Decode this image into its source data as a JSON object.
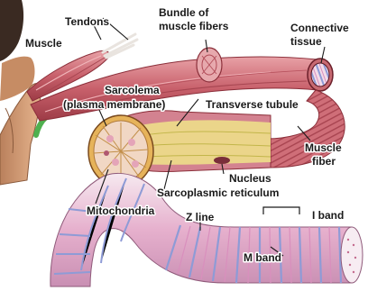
{
  "labels": {
    "muscle": "Muscle",
    "tendons": "Tendons",
    "bundle_line1": "Bundle of",
    "bundle_line2": "muscle fibers",
    "connective_line1": "Connective",
    "connective_line2": "tissue",
    "sarcolema_line1": "Sarcolema",
    "sarcolema_line2": "(plasma membrane)",
    "transverse_tubule": "Transverse tubule",
    "muscle_fiber_line1": "Muscle",
    "muscle_fiber_line2": "fiber",
    "nucleus": "Nucleus",
    "sarcoplasmic_reticulum": "Sarcoplasmic reticulum",
    "mitochondria": "Mitochondria",
    "z_line": "Z line",
    "i_band": "I band",
    "m_band": "M band"
  },
  "colors": {
    "muscle_red": "#c9606b",
    "muscle_pink": "#e59aa0",
    "muscle_dark": "#9c3a45",
    "skin": "#d9a37c",
    "arrow_green": "#4fb04f",
    "myofibril_pink": "#e7a7c8",
    "myofibril_blue": "#9aa7d8",
    "myofibril_light": "#f4e6ee",
    "reticulum_yellow": "#efe48a"
  }
}
